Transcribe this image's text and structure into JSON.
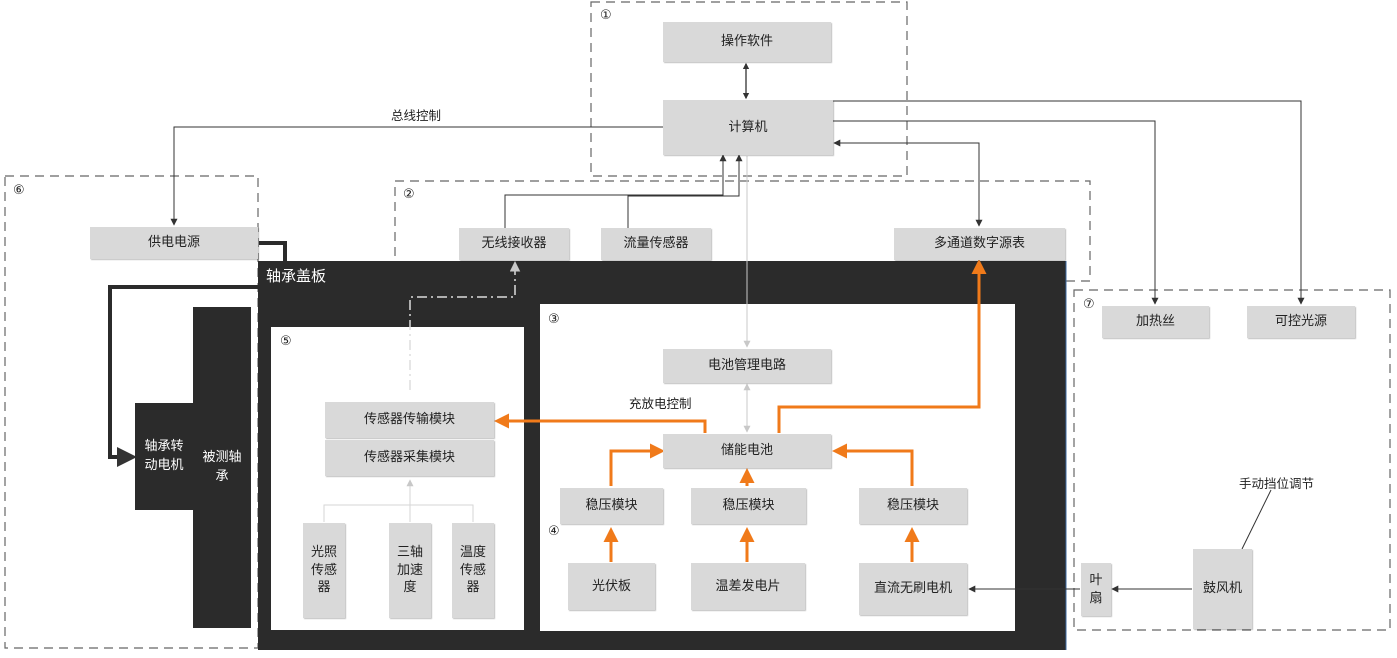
{
  "regions": {
    "r1": "①",
    "r2": "②",
    "r3": "③",
    "r4": "④",
    "r5": "⑤",
    "r6": "⑥",
    "r7": "⑦"
  },
  "cover_plate_title": "轴承盖板",
  "nodes": {
    "software": "操作软件",
    "computer": "计算机",
    "power_supply": "供电电源",
    "wireless_receiver": "无线接收器",
    "flow_sensor": "流量传感器",
    "multichannel_meter": "多通道数字源表",
    "heater_wire": "加热丝",
    "controllable_light": "可控光源",
    "bms": "电池管理电路",
    "battery": "储能电池",
    "regulator1": "稳压模块",
    "regulator2": "稳压模块",
    "regulator3": "稳压模块",
    "pv_panel": "光伏板",
    "teg": "温差发电片",
    "bldc_motor": "直流无刷电机",
    "sensor_tx": "传感器传输模块",
    "sensor_acq": "传感器采集模块",
    "light_sensor": "光照\n传感\n器",
    "accel_sensor": "三轴\n加速\n度",
    "temp_sensor": "温度\n传感\n器",
    "bearing_motor": "轴承转\n动电机",
    "tested_bearing": "被测轴\n承",
    "fan_blade": "叶\n扇",
    "blower": "鼓风机"
  },
  "labels": {
    "bus_control": "总线控制",
    "charge_control": "充放电控制",
    "manual_gear": "手动挡位调节"
  },
  "colors": {
    "orange": "#f07a1a",
    "dark": "#2b2b2b",
    "node_fill": "#d9d9d9",
    "light_line": "#c8c8c8",
    "dash": "#666666"
  }
}
